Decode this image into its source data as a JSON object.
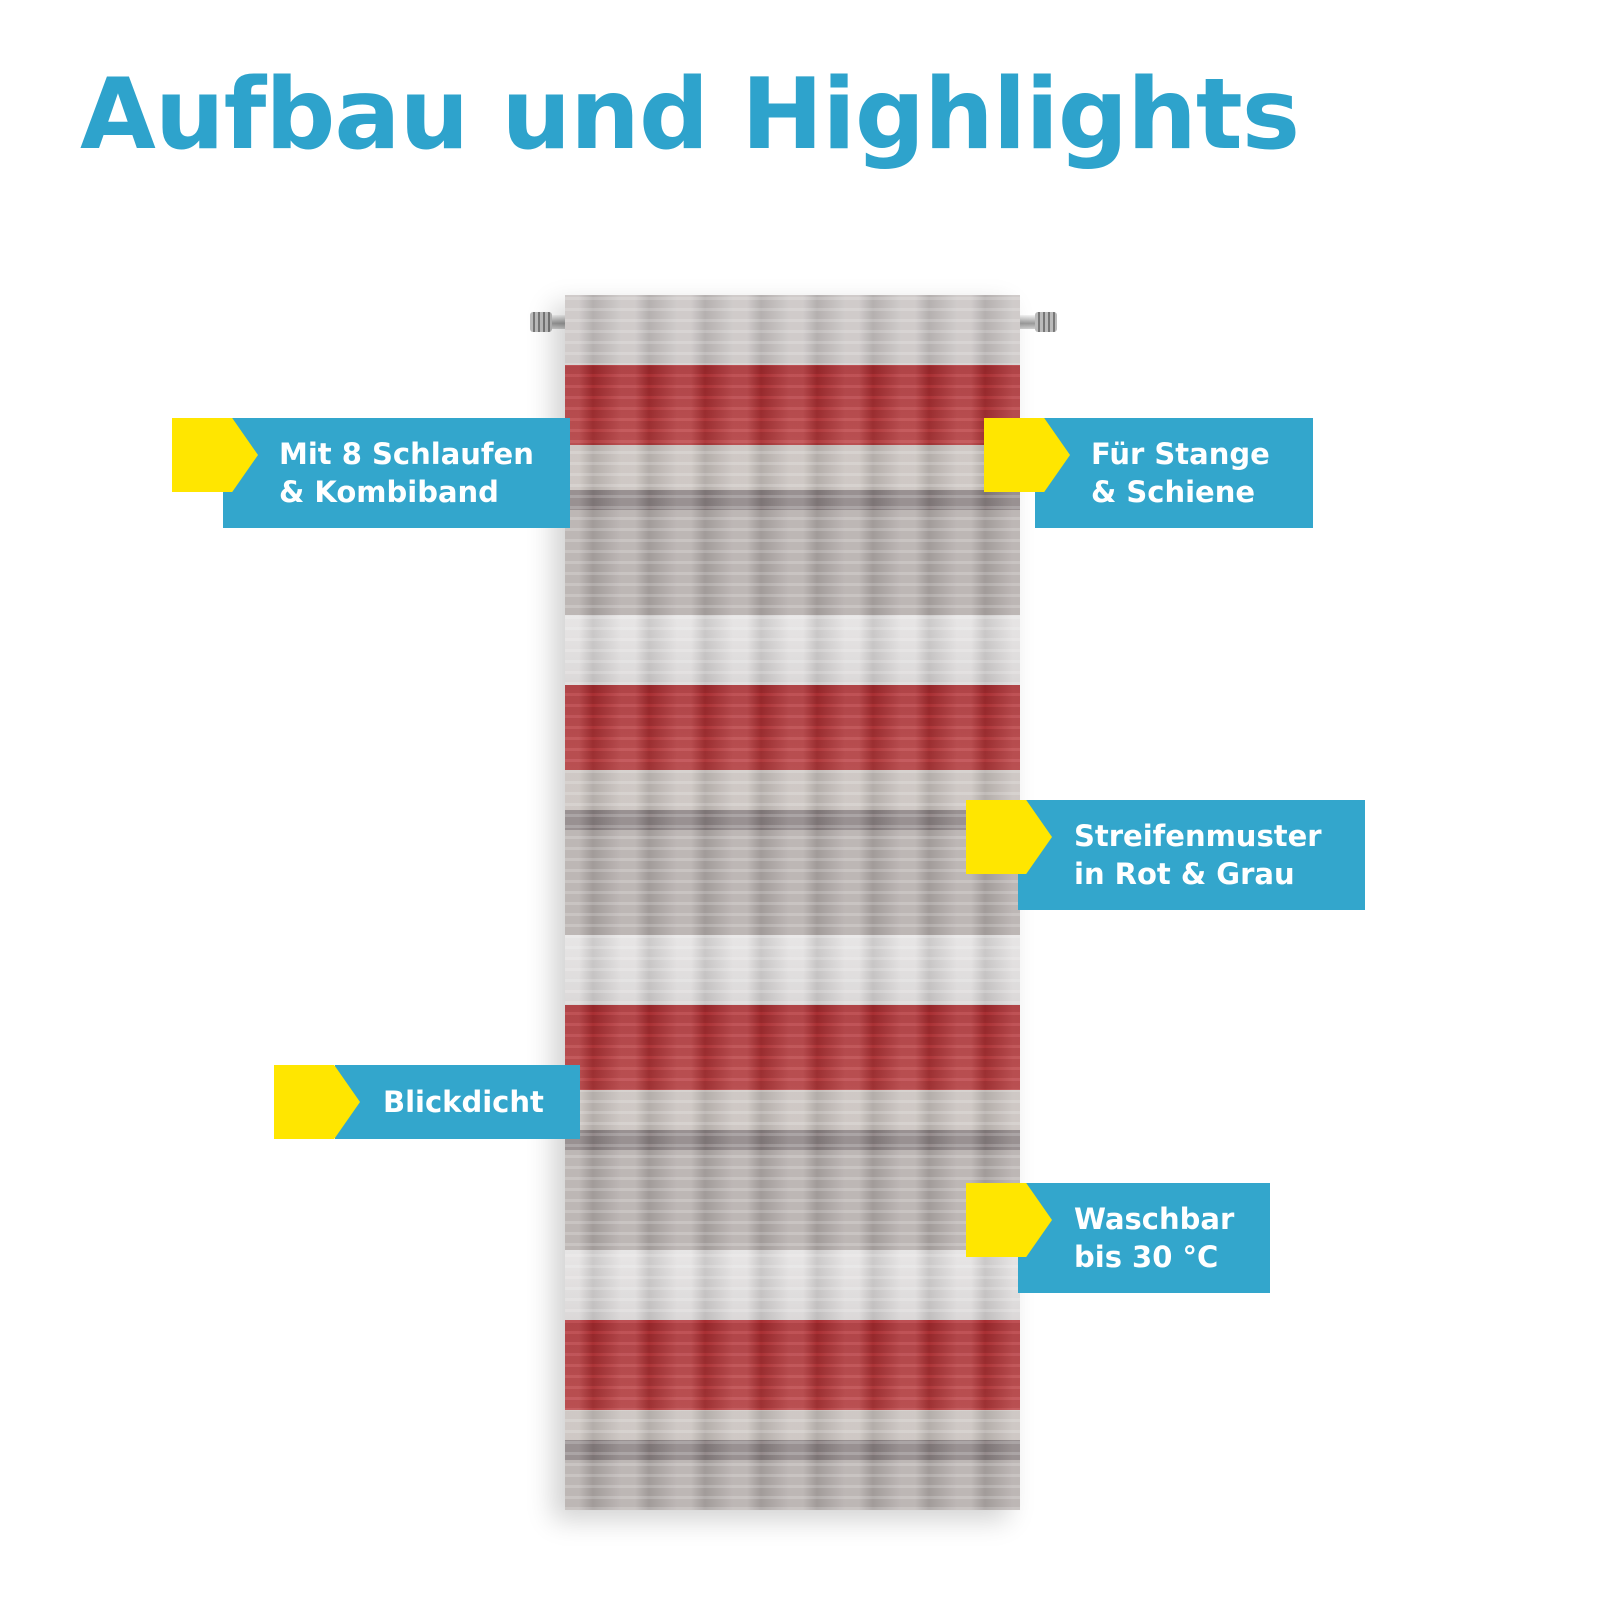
{
  "title": "Aufbau und Highlights",
  "labels": [
    {
      "line1": "Mit 8 Schlaufen",
      "line2": "& Kombiband"
    },
    {
      "line1": "Für Stange",
      "line2": "& Schiene"
    },
    {
      "line1": "Streifenmuster",
      "line2": "in Rot & Grau"
    },
    {
      "line1": "Blickdicht"
    },
    {
      "line1": "Waschbar",
      "line2": "bis 30 °C"
    }
  ],
  "colors": {
    "accent": "#2ea3cc",
    "label_bg": "#33a6cc",
    "flag": "#ffe600",
    "stripe_red": "#a52a2e",
    "stripe_grey": "#b4adab"
  }
}
